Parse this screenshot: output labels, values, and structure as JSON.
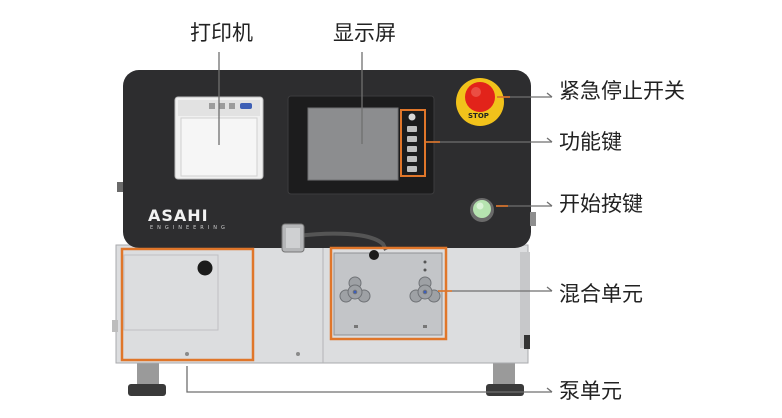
{
  "labels": {
    "printer": "打印机",
    "display": "显示屏",
    "emergency_stop": "紧急停止开关",
    "function_keys": "功能键",
    "start_button": "开始按键",
    "mixing_unit": "混合单元",
    "pump_unit": "泵单元"
  },
  "device": {
    "brand": "ASAHI",
    "brand_sub": "ENGINEERING",
    "stop_text": "STOP"
  },
  "colors": {
    "annotation": "#e0762a",
    "panel": "#2c2c2e",
    "body": "#d9dadc",
    "stop_red": "#e2231a",
    "stop_yellow": "#f1c21b",
    "start_green": "#9fd79a"
  }
}
